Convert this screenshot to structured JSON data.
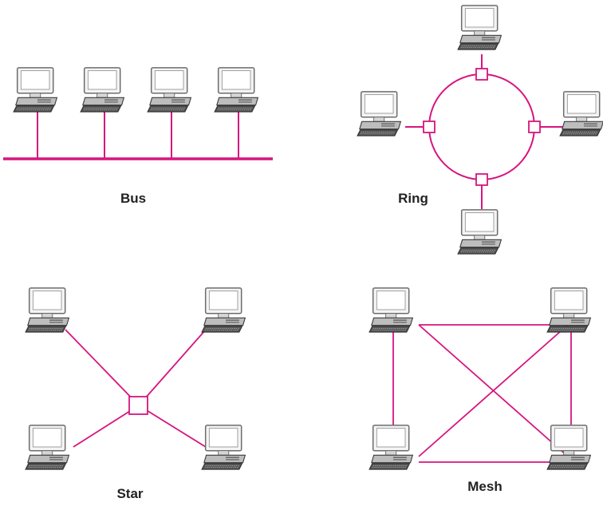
{
  "colors": {
    "link": "#d6157f",
    "monitor_body": "#f4f4f4",
    "monitor_edge": "#6d6d6d",
    "base": "#bdbdbd",
    "keyboard": "#555555",
    "outline": "#3d3d3d"
  },
  "topologies": {
    "bus": {
      "label": "Bus",
      "computers": [
        "pc-1",
        "pc-2",
        "pc-3",
        "pc-4"
      ]
    },
    "ring": {
      "label": "Ring",
      "computers": [
        "pc-top",
        "pc-left",
        "pc-right",
        "pc-bottom"
      ],
      "connectors": 4
    },
    "star": {
      "label": "Star",
      "computers": [
        "pc-top-left",
        "pc-top-right",
        "pc-bottom-left",
        "pc-bottom-right"
      ],
      "hub": true
    },
    "mesh": {
      "label": "Mesh",
      "computers": [
        "pc-top-left",
        "pc-top-right",
        "pc-bottom-left",
        "pc-bottom-right"
      ],
      "links": [
        [
          "pc-top-left",
          "pc-top-right"
        ],
        [
          "pc-bottom-left",
          "pc-bottom-right"
        ],
        [
          "pc-top-left",
          "pc-bottom-left"
        ],
        [
          "pc-top-right",
          "pc-bottom-right"
        ],
        [
          "pc-top-left",
          "pc-bottom-right"
        ],
        [
          "pc-top-right",
          "pc-bottom-left"
        ]
      ]
    }
  }
}
